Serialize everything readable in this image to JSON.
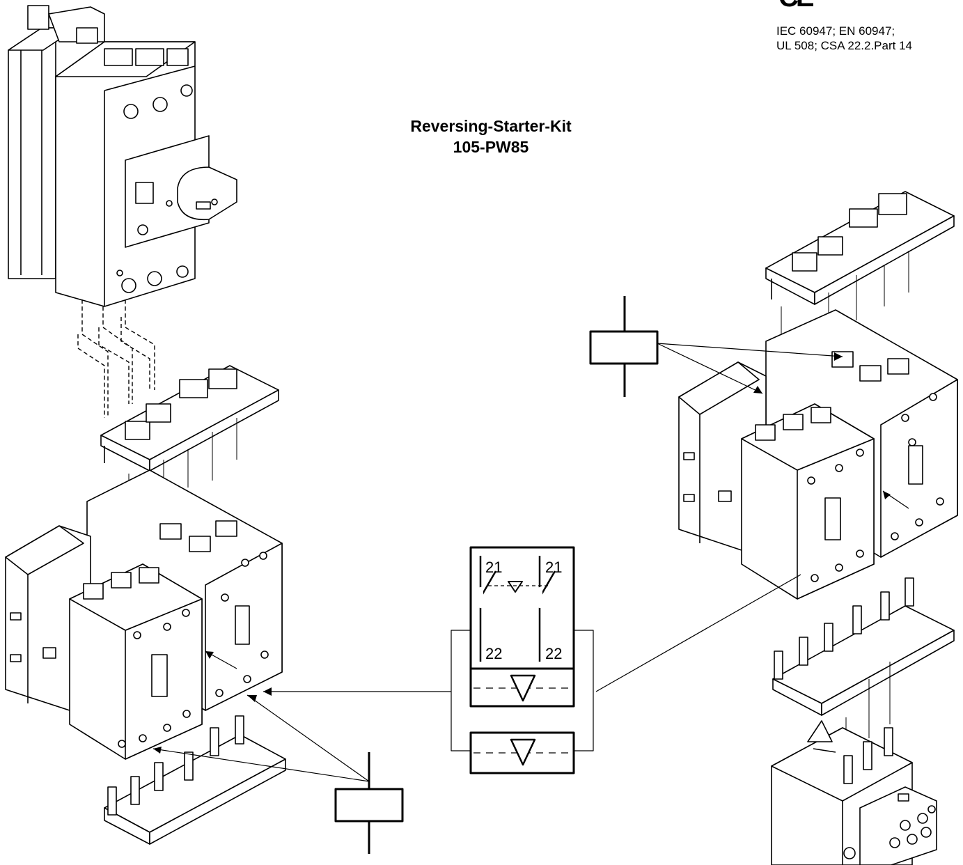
{
  "title": {
    "line1": "Reversing-Starter-Kit",
    "line2": "105-PW85"
  },
  "certification": {
    "mark": "CE",
    "line1": "IEC 60947; EN 60947;",
    "line2": "UL 508; CSA 22.2.Part 14"
  },
  "contact_symbol": {
    "top_left": "21",
    "top_right": "21",
    "bottom_left": "22",
    "bottom_right": "22"
  }
}
